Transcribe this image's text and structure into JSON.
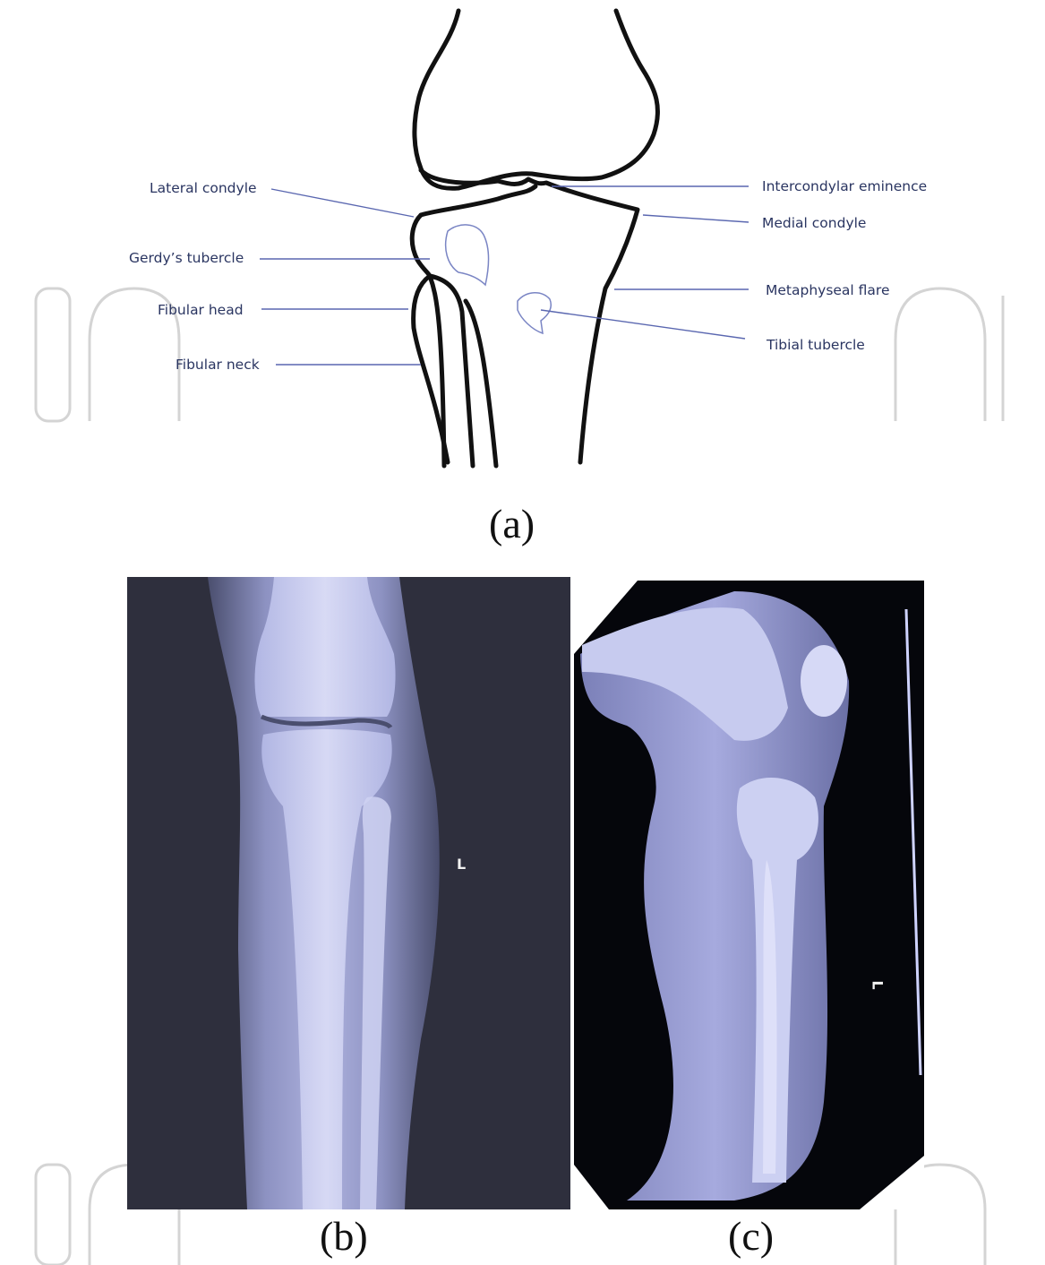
{
  "figure": {
    "panel_a": {
      "caption": "(a)",
      "labels_left": {
        "lateral_condyle": "Lateral condyle",
        "gerdys_tubercle": "Gerdy’s tubercle",
        "fibular_head": "Fibular head",
        "fibular_neck": "Fibular neck"
      },
      "labels_right": {
        "intercondylar_eminence": "Intercondylar eminence",
        "medial_condyle": "Medial condyle",
        "metaphyseal_flare": "Metaphyseal flare",
        "tibial_tubercle": "Tibial tubercle"
      }
    },
    "panel_b": {
      "caption": "(b)",
      "marker": "L"
    },
    "panel_c": {
      "caption": "(c)",
      "marker": "L"
    },
    "colors": {
      "label_text": "#2a3561",
      "leader_line": "#5a67b0",
      "outline": "#111111",
      "xray_background_b": "#2e2f3d",
      "xray_background_c": "#05060b",
      "bone": "#c9cdf0",
      "watermark": "#d2d2d2"
    }
  }
}
